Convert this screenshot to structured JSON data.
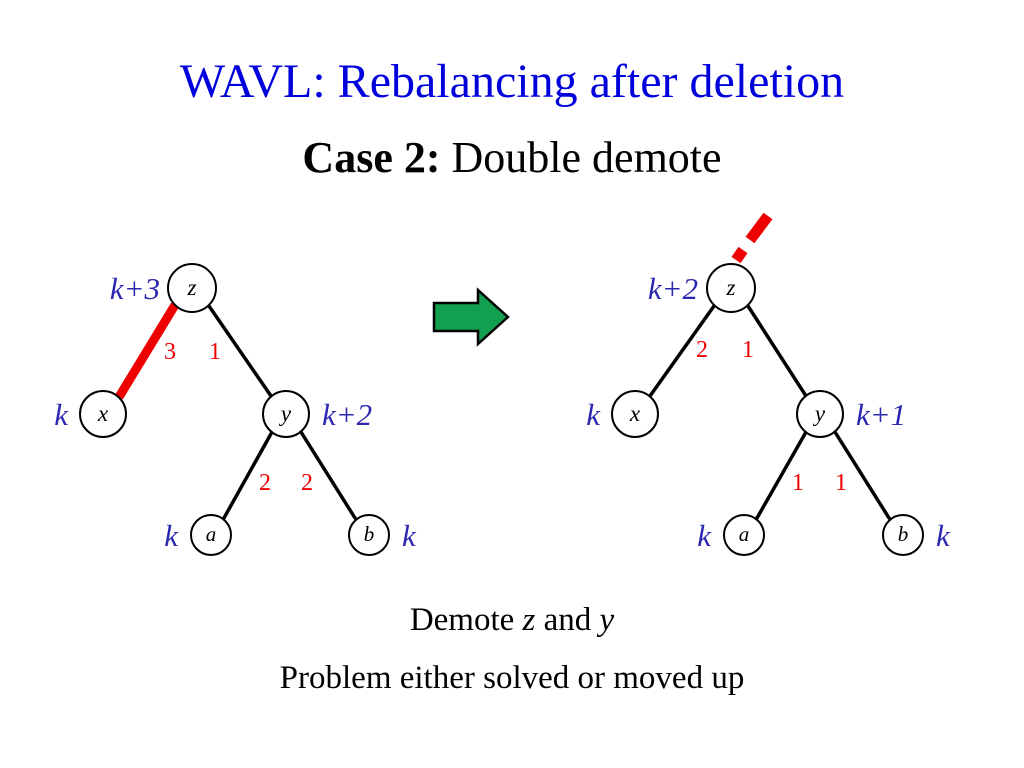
{
  "slide": {
    "title": "WAVL: Rebalancing after deletion",
    "subtitle_case": "Case 2:",
    "subtitle_rest": " Double demote",
    "caption_line1_pre": "Demote ",
    "caption_line1_var1": "z",
    "caption_line1_mid": " and ",
    "caption_line1_var2": "y",
    "caption_line2": "Problem either solved or moved up"
  },
  "colors": {
    "title_blue": "#0000dd",
    "rank_blue": "#2a27b0",
    "diff_red": "#ee0000",
    "highlight_red": "#ee0000",
    "arrow_green": "#12a050",
    "edge_black": "#000000"
  },
  "left_tree": {
    "nodes": {
      "z": {
        "label": "z",
        "rank": "k+3"
      },
      "x": {
        "label": "x",
        "rank": "k"
      },
      "y": {
        "label": "y",
        "rank": "k+2"
      },
      "a": {
        "label": "a",
        "rank": "k"
      },
      "b": {
        "label": "b",
        "rank": "k"
      }
    },
    "diffs": {
      "z_x": "3",
      "z_y": "1",
      "y_a": "2",
      "y_b": "2"
    }
  },
  "right_tree": {
    "nodes": {
      "z": {
        "label": "z",
        "rank": "k+2"
      },
      "x": {
        "label": "x",
        "rank": "k"
      },
      "y": {
        "label": "y",
        "rank": "k+1"
      },
      "a": {
        "label": "a",
        "rank": "k"
      },
      "b": {
        "label": "b",
        "rank": "k"
      }
    },
    "diffs": {
      "z_x": "2",
      "z_y": "1",
      "y_a": "1",
      "y_b": "1"
    }
  },
  "arrow": {
    "icon": "arrow-right-icon",
    "direction": "right"
  }
}
